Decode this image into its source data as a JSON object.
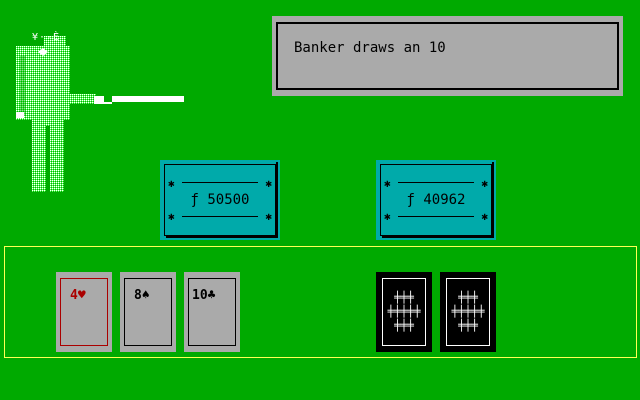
{
  "message": "Banker draws an 10",
  "banker": {
    "figure_glyphs": "¥··È"
  },
  "bank_notes": [
    {
      "amount": "ƒ 50500"
    },
    {
      "amount": "ƒ 40962"
    }
  ],
  "player_cards": [
    {
      "label": "4♥",
      "color": "#aa0000"
    },
    {
      "label": "8♠",
      "color": "#000000"
    },
    {
      "label": "10♣",
      "color": "#000000"
    }
  ],
  "colors": {
    "table": "#00aa00",
    "panel": "#aaaaaa",
    "note": "#00aaaa",
    "divider": "#ffff55"
  }
}
